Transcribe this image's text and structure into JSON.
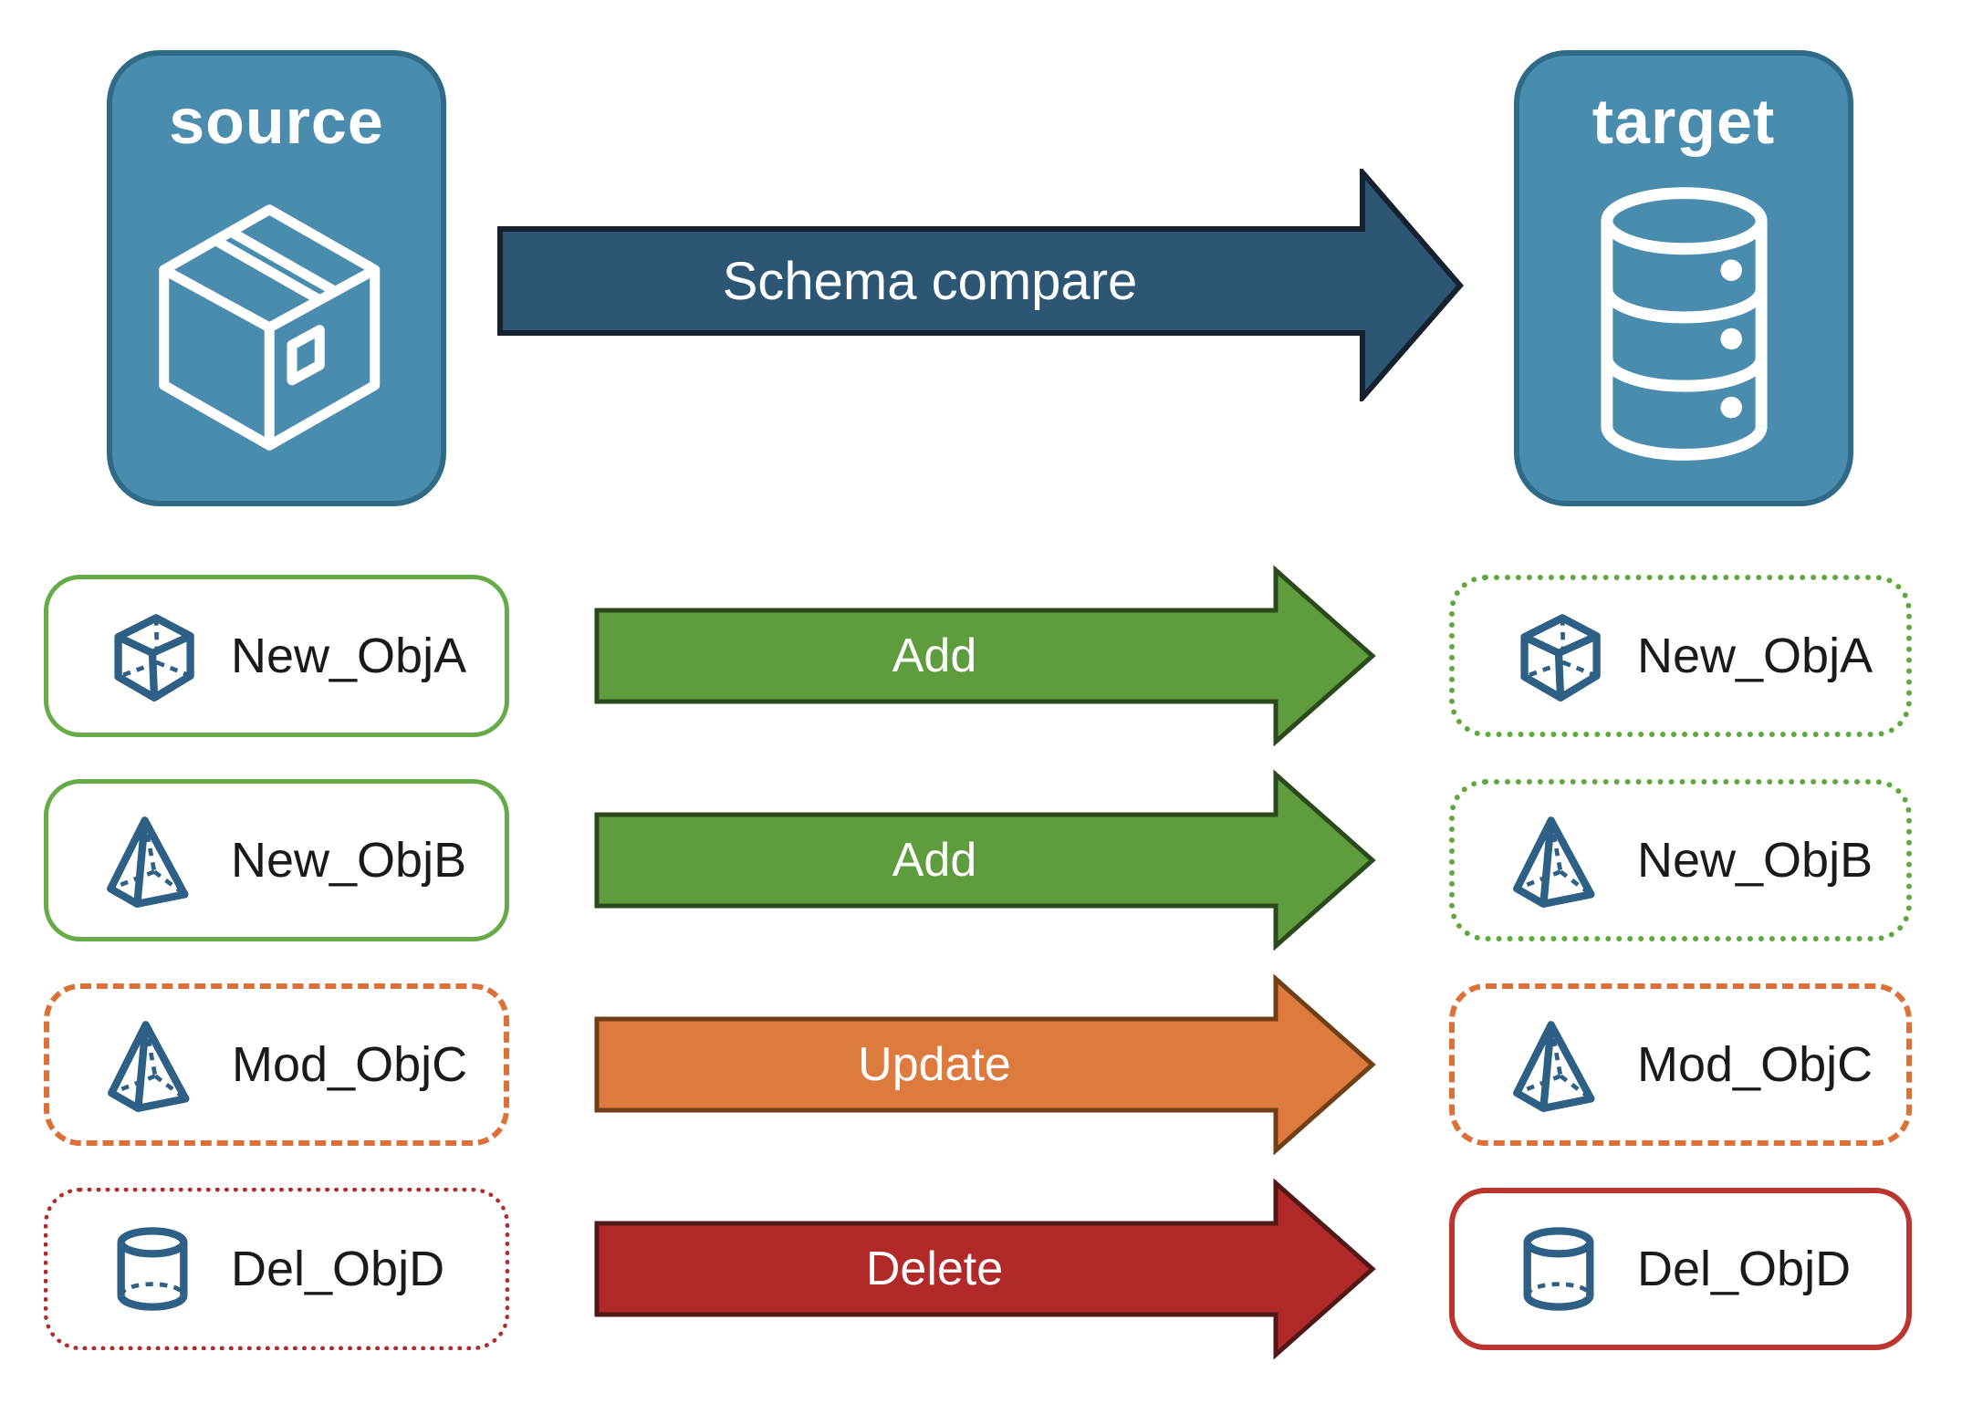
{
  "colors": {
    "box_blue": "#4A8CAD",
    "box_blue_border": "#2F6B88",
    "navy_arrow": "#2D5674",
    "navy_arrow_border": "#15212E",
    "green_arrow": "#5F9C3E",
    "green_arrow_border": "#2B4A1C",
    "green_box_border": "#67AB49",
    "green_dotted_border": "#5FA83E",
    "orange_arrow": "#DC7B3D",
    "orange_arrow_border": "#703F15",
    "orange_dashed_border": "#DB7038",
    "red_arrow": "#B22929",
    "red_arrow_border": "#521717",
    "red_dotted_border": "#B22B2B",
    "red_solid_border": "#BB342E",
    "icon_blue": "#2E5F85",
    "label_text": "#1A1A1A",
    "arrow_text": "#FFFFFF"
  },
  "source": {
    "title": "source",
    "icon": "package-icon"
  },
  "target": {
    "title": "target",
    "icon": "database-icon"
  },
  "compare_arrow": {
    "label": "Schema compare"
  },
  "rows": [
    {
      "left": {
        "label": "New_ObjA",
        "icon": "cube-icon",
        "border": "solid-green"
      },
      "arrow": {
        "label": "Add",
        "color": "green"
      },
      "right": {
        "label": "New_ObjA",
        "icon": "cube-icon",
        "border": "dotted-green"
      }
    },
    {
      "left": {
        "label": "New_ObjB",
        "icon": "pyramid-icon",
        "border": "solid-green"
      },
      "arrow": {
        "label": "Add",
        "color": "green"
      },
      "right": {
        "label": "New_ObjB",
        "icon": "pyramid-icon",
        "border": "dotted-green"
      }
    },
    {
      "left": {
        "label": "Mod_ObjC",
        "icon": "pyramid-icon",
        "border": "dashed-orange"
      },
      "arrow": {
        "label": "Update",
        "color": "orange"
      },
      "right": {
        "label": "Mod_ObjC",
        "icon": "pyramid-icon",
        "border": "dashed-orange"
      }
    },
    {
      "left": {
        "label": "Del_ObjD",
        "icon": "cylinder-icon",
        "border": "dotted-red"
      },
      "arrow": {
        "label": "Delete",
        "color": "red"
      },
      "right": {
        "label": "Del_ObjD",
        "icon": "cylinder-icon",
        "border": "solid-red"
      }
    }
  ]
}
